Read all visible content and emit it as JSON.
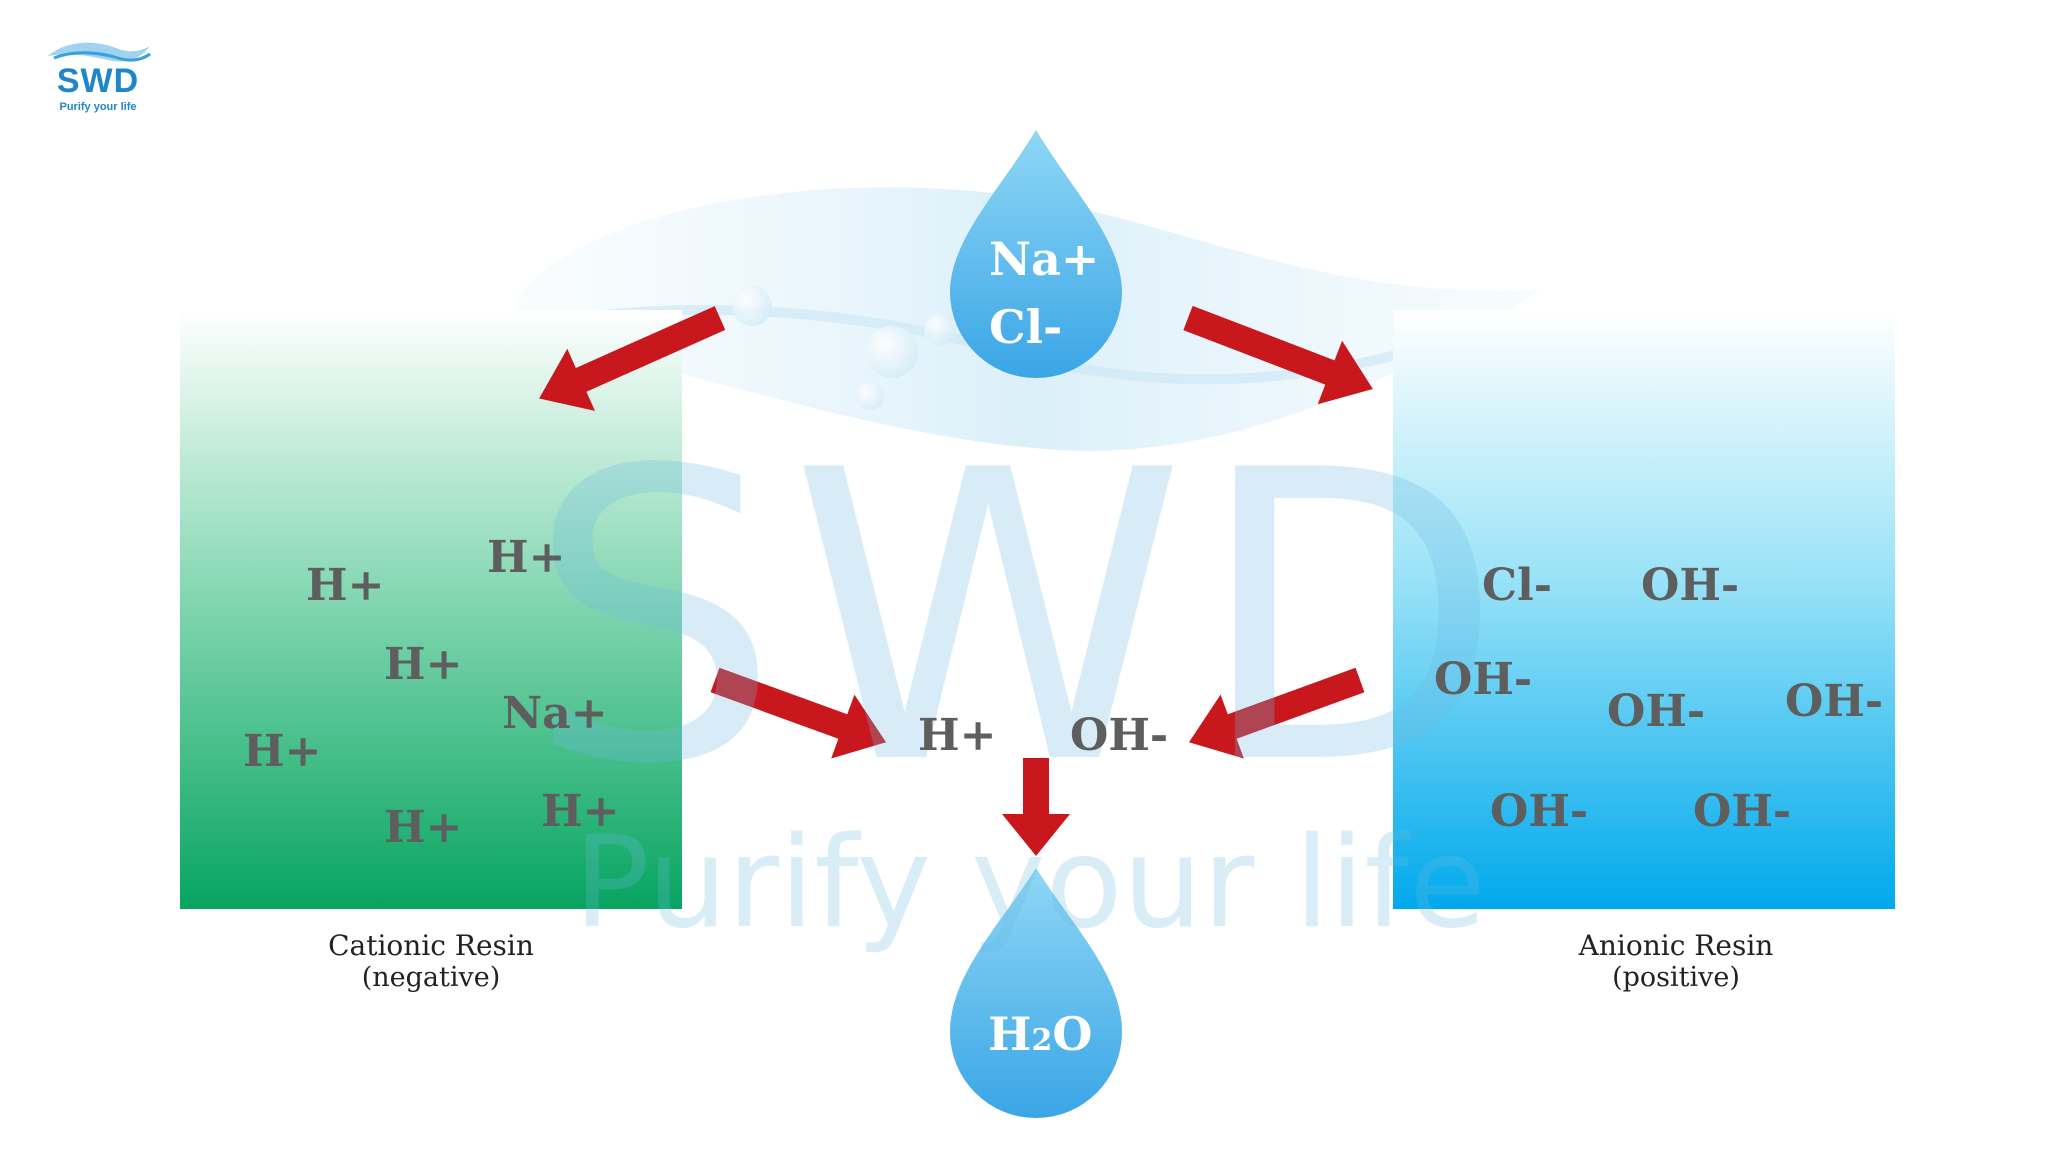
{
  "logo": {
    "name": "SWD",
    "tagline": "Purify your life"
  },
  "watermark": {
    "big": "SWD",
    "small": "Purify your life"
  },
  "colors": {
    "arrow": "#c8171d",
    "drop_top": "#7fd0f3",
    "drop_bottom": "#3aa5e6",
    "cationic_top": "#ffffff",
    "cationic_bottom": "#07a561",
    "anionic_top": "#ffffff",
    "anionic_bottom": "#00a9ec",
    "ion_text": "#5e5e5e",
    "brand_blue": "#1e86c9"
  },
  "top_drop": {
    "line1": "Na+",
    "line2": "Cl-"
  },
  "bottom_drop": {
    "h": "H",
    "sub": "2",
    "o": "O"
  },
  "cationic": {
    "ions": [
      "H+",
      "H+",
      "H+",
      "Na+",
      "H+",
      "H+",
      "H+"
    ],
    "caption_title": "Cationic Resin",
    "caption_sub": "(negative)"
  },
  "anionic": {
    "ions": [
      "Cl-",
      "OH-",
      "OH-",
      "OH-",
      "OH-",
      "OH-",
      "OH-"
    ],
    "caption_title": "Anionic Resin",
    "caption_sub": "(positive)"
  },
  "center": {
    "h_ion": "H+",
    "oh_ion": "OH-"
  }
}
